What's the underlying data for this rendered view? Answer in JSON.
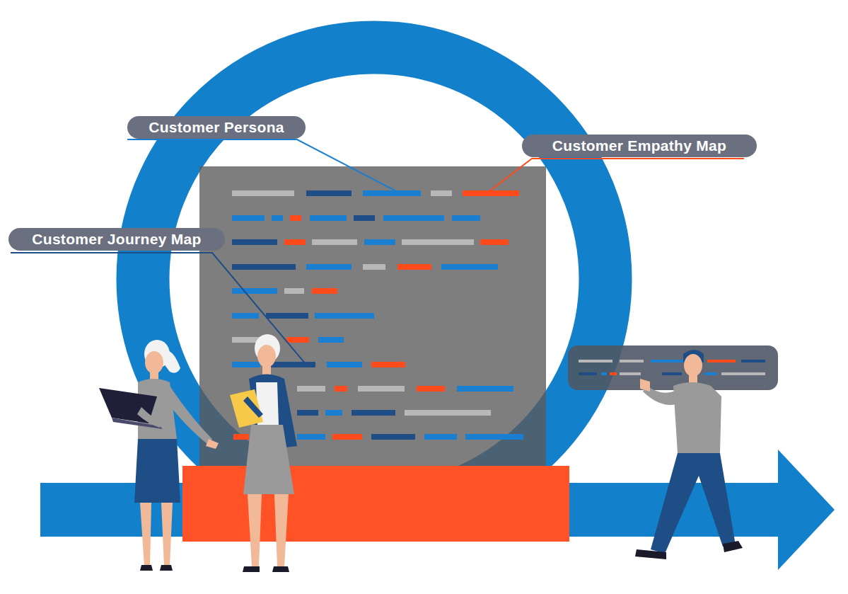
{
  "diagram": {
    "nodes": [
      {
        "text": [
          "Customer Persona"
        ]
      },
      {
        "text": [
          "Customer Empathy Map"
        ]
      },
      {
        "text": [
          "Customer Journey Map"
        ]
      }
    ]
  }
}
